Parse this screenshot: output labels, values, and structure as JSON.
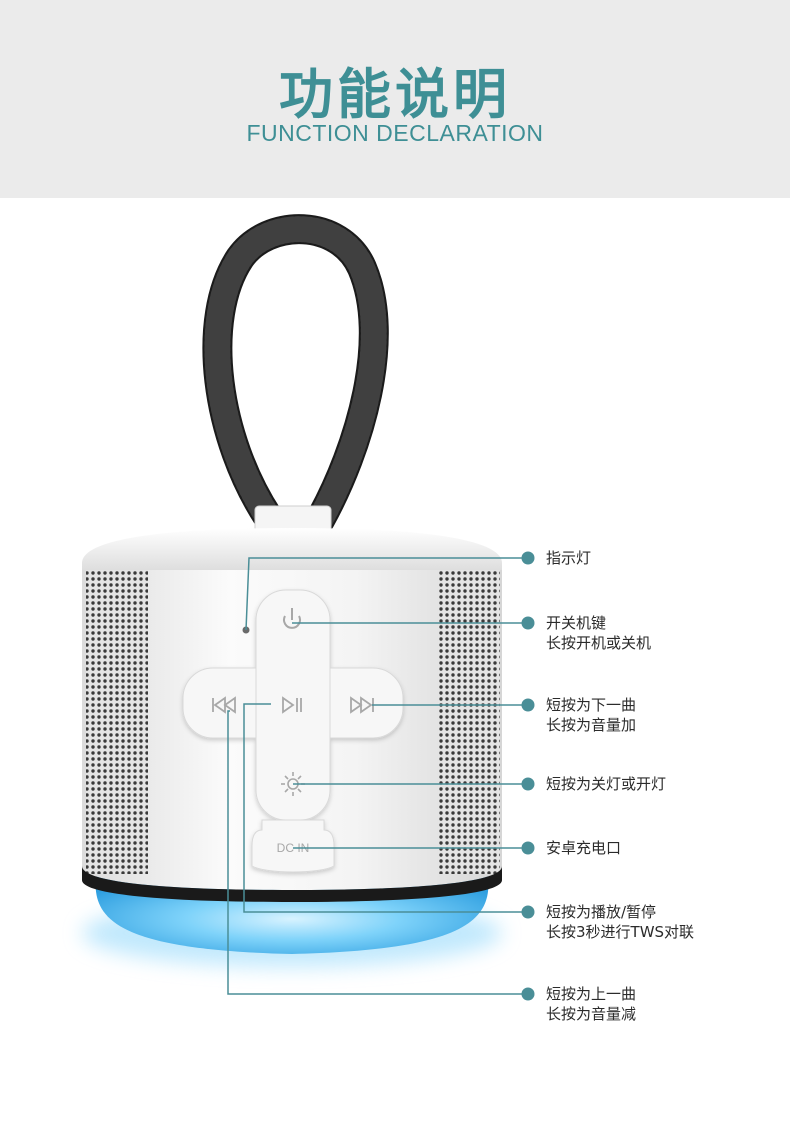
{
  "header": {
    "title": "功能说明",
    "subtitle": "FUNCTION DECLARATION"
  },
  "product": {
    "dc_port_label": "DC IN"
  },
  "colors": {
    "accent": "#3e8f95",
    "callout_line": "#4a8e97",
    "speaker_white": "#f2f2f2",
    "glow": "#5cc4f5"
  },
  "icons": {
    "power": "power-icon",
    "play_pause": "play-pause-icon",
    "next": "next-track-icon",
    "previous": "previous-track-icon",
    "light": "light-icon"
  },
  "callouts": [
    {
      "lines": [
        "指示灯"
      ]
    },
    {
      "lines": [
        "开关机键",
        "长按开机或关机"
      ]
    },
    {
      "lines": [
        "短按为下一曲",
        "长按为音量加"
      ]
    },
    {
      "lines": [
        "短按为关灯或开灯"
      ]
    },
    {
      "lines": [
        "安卓充电口"
      ]
    },
    {
      "lines": [
        "短按为播放/暂停",
        "长按3秒进行TWS对联"
      ]
    },
    {
      "lines": [
        "短按为上一曲",
        "长按为音量减"
      ]
    }
  ]
}
